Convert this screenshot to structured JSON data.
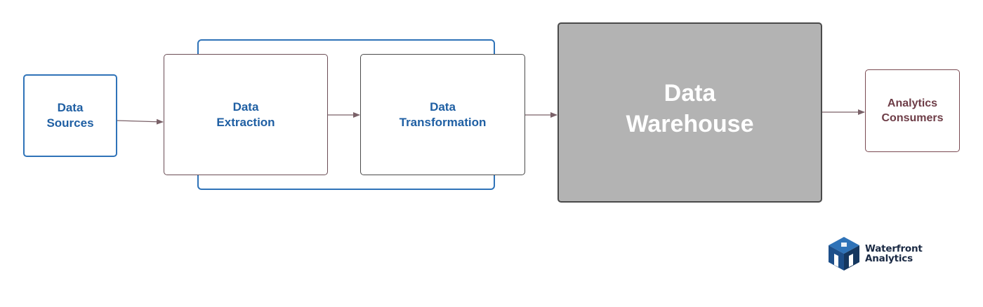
{
  "diagram": {
    "nodes": {
      "sources": {
        "line1": "Data",
        "line2": "Sources"
      },
      "extraction": {
        "line1": "Data",
        "line2": "Extraction"
      },
      "transformation": {
        "line1": "Data",
        "line2": "Transformation"
      },
      "warehouse": {
        "line1": "Data",
        "line2": "Warehouse"
      },
      "consumers": {
        "line1": "Analytics",
        "line2": "Consumers"
      }
    },
    "colors": {
      "blue_text": "#1f5fa3",
      "group_border": "#2f73b8",
      "warehouse_fill": "#b3b3b3",
      "consumer_text": "#6e3d47",
      "connector": "#7a6168"
    }
  },
  "logo": {
    "line1": "Waterfront",
    "line2": "Analytics"
  }
}
